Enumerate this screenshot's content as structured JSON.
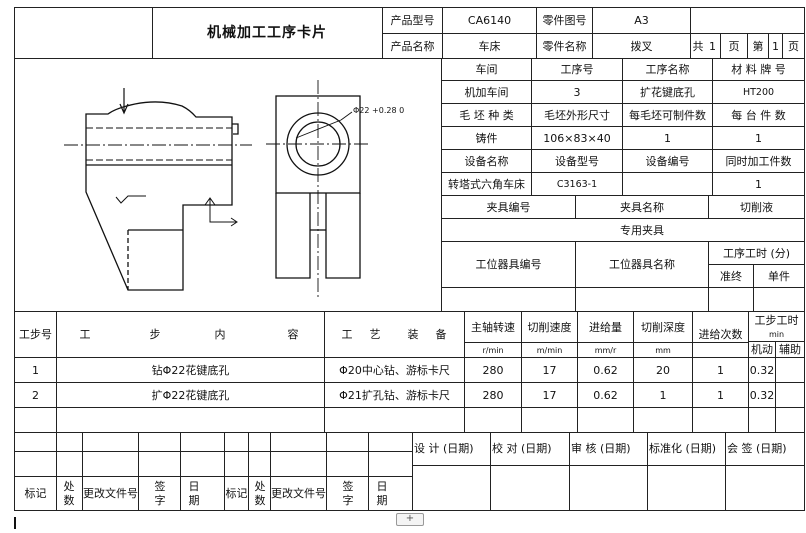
{
  "header": {
    "title": "机械加工工序卡片",
    "product_model_label": "产品型号",
    "product_model": "CA6140",
    "part_no_label": "零件图号",
    "part_no": "A3",
    "product_name_label": "产品名称",
    "product_name": "车床",
    "part_name_label": "零件名称",
    "part_name": "拨叉",
    "total_label": "共",
    "total_pages": "1",
    "page_unit_1": "页",
    "page_label": "第",
    "page_no": "1",
    "page_unit_2": "页"
  },
  "drawing": {
    "dim_label": "Φ22 +0.28 0"
  },
  "process": {
    "workshop_label": "车间",
    "op_no_label": "工序号",
    "op_name_label": "工序名称",
    "material_label": "材 料 牌 号",
    "workshop": "机加车间",
    "op_no": "3",
    "op_name": "扩花键底孔",
    "material": "HT200",
    "blank_type_label": "毛 坯 种 类",
    "blank_size_label": "毛坯外形尺寸",
    "parts_per_blank_label": "每毛坯可制件数",
    "parts_per_unit_label": "每 台 件 数",
    "blank_type": "铸件",
    "blank_size": "106×83×40",
    "parts_per_blank": "1",
    "parts_per_unit": "1",
    "equip_name_label": "设备名称",
    "equip_model_label": "设备型号",
    "equip_no_label": "设备编号",
    "simul_label": "同时加工件数",
    "equip_name": "转塔式六角车床",
    "equip_model": "C3163-1",
    "equip_no": "",
    "simul": "1",
    "fixture_no_label": "夹具编号",
    "fixture_name_label": "夹具名称",
    "coolant_label": "切削液",
    "fixture_name": "专用夹具",
    "station_no_label": "工位器具编号",
    "station_name_label": "工位器具名称",
    "op_time_label": "工序工时 (分)",
    "prep_label": "准终",
    "unit_label": "单件"
  },
  "steps_header": {
    "step_no": "工步号",
    "content_1": "工",
    "content_2": "步",
    "content_3": "内",
    "content_4": "容",
    "equip_1": "工",
    "equip_2": "艺",
    "equip_3": "装",
    "equip_4": "备",
    "spindle": "主轴转速",
    "speed": "切削速度",
    "feed": "进给量",
    "depth": "切削深度",
    "passes": "进给次数",
    "step_time": "工步工时",
    "spindle_unit": "r/min",
    "speed_unit": "m/min",
    "feed_unit": "mm/r",
    "depth_unit": "mm",
    "time_unit": "min",
    "machine": "机动",
    "aux": "辅助"
  },
  "steps": [
    {
      "no": "1",
      "content": "钻Φ22花键底孔",
      "equip": "Φ20中心钻、游标卡尺",
      "spindle": "280",
      "speed": "17",
      "feed": "0.62",
      "depth": "20",
      "passes": "1",
      "machine": "0.32"
    },
    {
      "no": "2",
      "content": "扩Φ22花键底孔",
      "equip": "Φ21扩孔钻、游标卡尺",
      "spindle": "280",
      "speed": "17",
      "feed": "0.62",
      "depth": "1",
      "passes": "1",
      "machine": "0.32"
    }
  ],
  "signoff": {
    "design": "设  计 (日期)",
    "check": "校  对 (日期)",
    "review": "审  核 (日期)",
    "standard": "标准化 (日期)",
    "countersign": "会  签 (日期)"
  },
  "revision": {
    "mark": "标记",
    "count": "处数",
    "doc_no": "更改文件号",
    "sign": "签字",
    "date": "日期"
  },
  "editor": {
    "add_button": "+"
  }
}
